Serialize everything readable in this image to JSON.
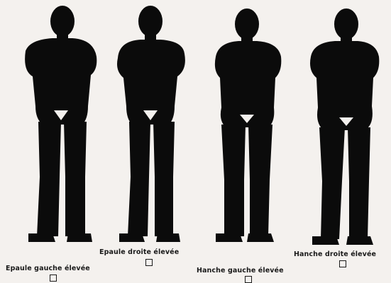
{
  "figures": [
    {
      "label": "Epaule gauche élevée",
      "checked": false
    },
    {
      "label": "Epaule droite élevée",
      "checked": false
    },
    {
      "label": "Hanche gauche élevée",
      "checked": false
    },
    {
      "label": "Hanche droite élevée",
      "checked": false
    }
  ],
  "colors": {
    "silhouette": "#0b0b0b",
    "background": "#f4f1ee",
    "text": "#1a1a1a"
  }
}
